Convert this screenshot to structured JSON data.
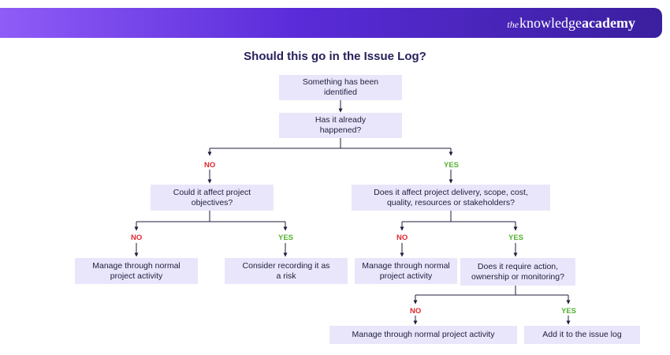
{
  "brand": {
    "the": "the",
    "knowledge": "knowledge",
    "academy": "academy"
  },
  "title": "Should this go in the Issue Log?",
  "nodes": {
    "start": "Something has been identified",
    "already_happened": "Has it already happened?",
    "affect_objectives": "Could it affect project objectives?",
    "manage_normal_1": "Manage through normal project activity",
    "consider_risk": "Consider recording it as a risk",
    "affect_delivery": "Does it affect project delivery, scope, cost, quality, resources or stakeholders?",
    "manage_normal_2": "Manage through normal project activity",
    "require_action": "Does it require action, ownership or monitoring?",
    "manage_normal_3": "Manage through normal project activity",
    "add_issue_log": "Add it to the issue log"
  },
  "labels": {
    "no": "NO",
    "yes": "YES"
  },
  "colors": {
    "box": "#e9e6fb",
    "no": "#e1262d",
    "yes": "#55b233",
    "title": "#26215c"
  }
}
